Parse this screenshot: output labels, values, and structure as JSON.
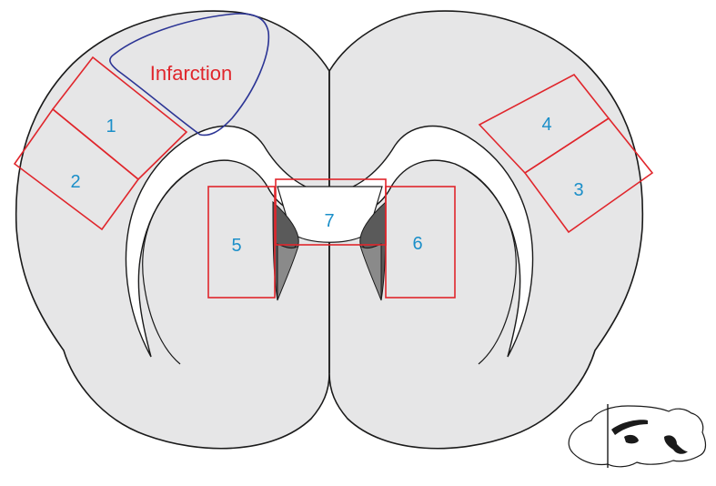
{
  "figure": {
    "infarction_label": "Infarction",
    "regions": [
      {
        "id": "1",
        "label": "1"
      },
      {
        "id": "2",
        "label": "2"
      },
      {
        "id": "3",
        "label": "3"
      },
      {
        "id": "4",
        "label": "4"
      },
      {
        "id": "5",
        "label": "5"
      },
      {
        "id": "6",
        "label": "6"
      },
      {
        "id": "7",
        "label": "7"
      }
    ]
  },
  "colors": {
    "tissue": "#e6e6e7",
    "outline": "#1a1a1a",
    "roi_box": "#e0262c",
    "roi_label": "#1b8fc9",
    "infarct_outline": "#2c3595",
    "infarct_label": "#e0262c",
    "ventricle": "#5a5a5a",
    "ventricle_light": "#8a8a8a"
  }
}
